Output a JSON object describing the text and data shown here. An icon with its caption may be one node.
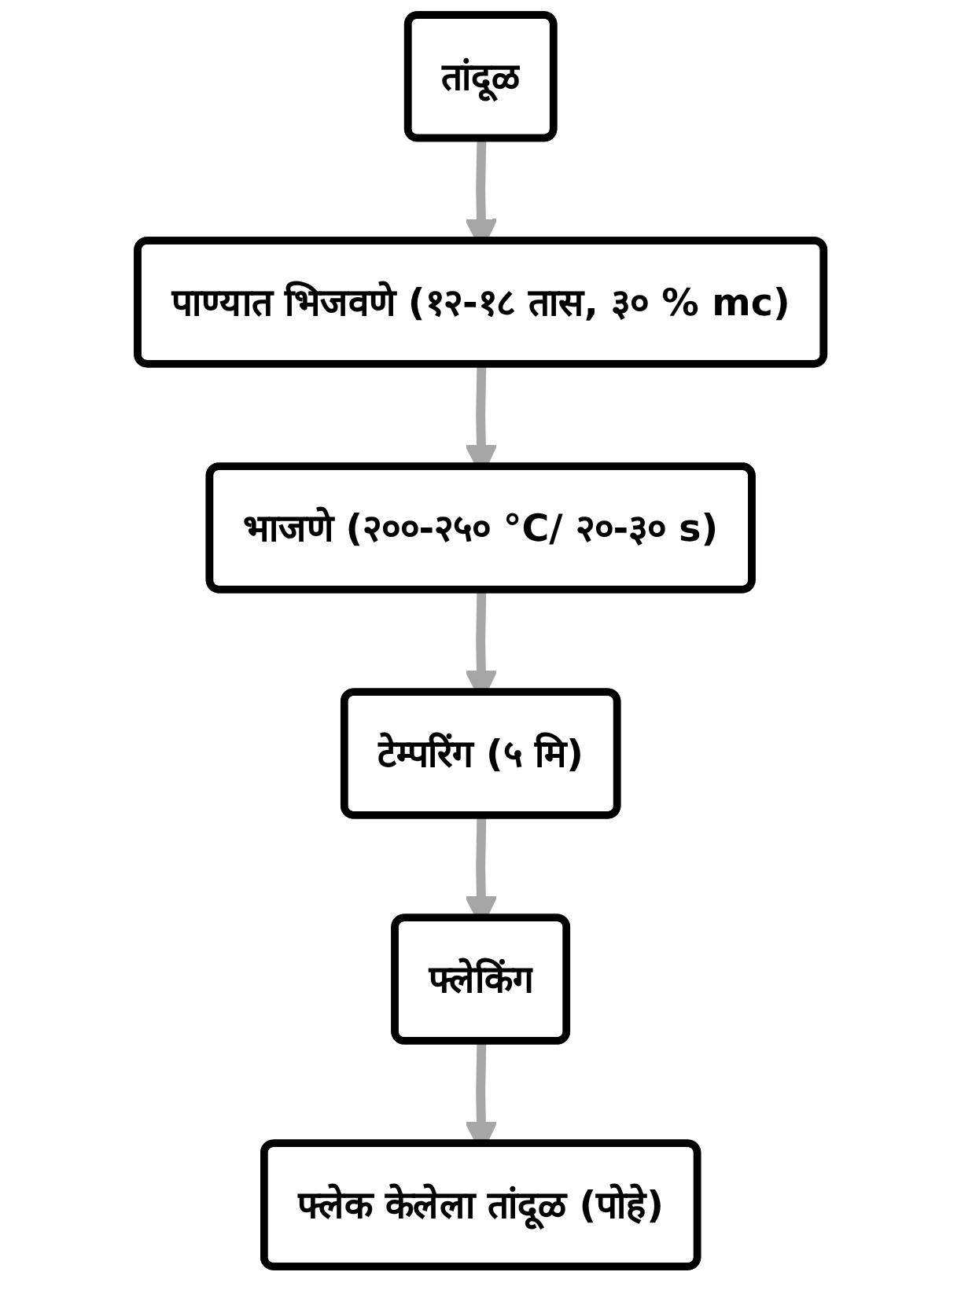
{
  "diagram": {
    "nodes": [
      {
        "text": [
          "तांदूळ"
        ]
      },
      {
        "text": [
          "पाण्यात भिजवणे (१२-१८ तास, ३० % mc)"
        ]
      },
      {
        "text": [
          "भाजणे (२००-२५० °C/ २०-३० s)"
        ]
      },
      {
        "text": [
          "टेम्परिंग (५ मि)"
        ]
      },
      {
        "text": [
          "फ्लेकिंग"
        ]
      },
      {
        "text": [
          "फ्लेक केलेला तांदूळ (पोहे)"
        ]
      }
    ],
    "edges": [
      {
        "from": 0,
        "to": 1,
        "arrow": "to"
      },
      {
        "from": 1,
        "to": 2,
        "arrow": "to"
      },
      {
        "from": 2,
        "to": 3,
        "arrow": "to"
      },
      {
        "from": 3,
        "to": 4,
        "arrow": "to"
      },
      {
        "from": 4,
        "to": 5,
        "arrow": "to"
      }
    ]
  }
}
